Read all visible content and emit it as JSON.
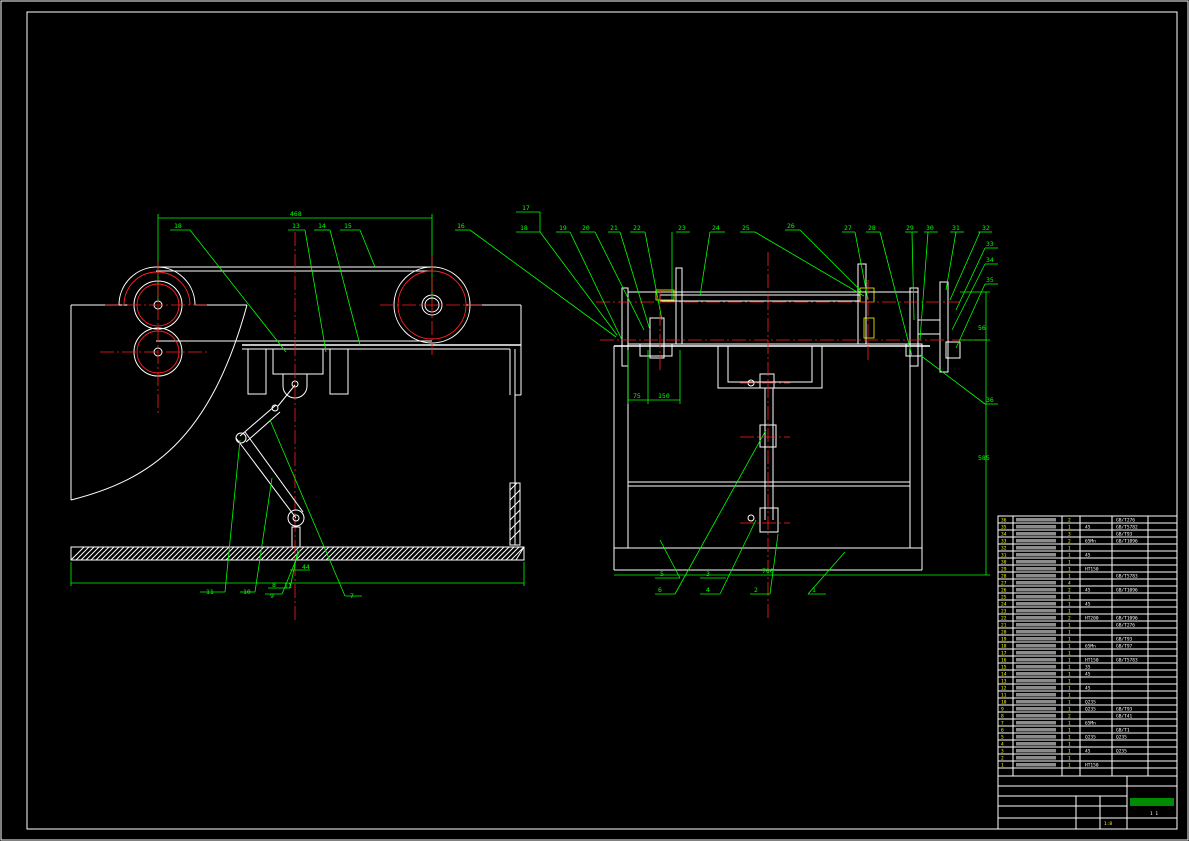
{
  "colors": {
    "background": "#000000",
    "outline": "#ffffff",
    "leader": "#00ff00",
    "centerline": "#ff2020",
    "hidden": "#ffff00"
  },
  "front_view": {
    "labels": [
      "18",
      "13",
      "14",
      "15",
      "11",
      "10",
      "9",
      "8",
      "7"
    ],
    "dims": {
      "top": "468",
      "bottom1": "44",
      "bottom2": "11"
    }
  },
  "side_view": {
    "labels": [
      "16",
      "17",
      "18",
      "19",
      "20",
      "21",
      "22",
      "23",
      "24",
      "25",
      "26",
      "27",
      "28",
      "29",
      "30",
      "31",
      "32",
      "33",
      "34",
      "35",
      "36",
      "5",
      "3",
      "6",
      "4",
      "2",
      "1"
    ],
    "dims": {
      "d1": "75",
      "d2": "150",
      "d3": "56",
      "d4": "585",
      "d5": "700"
    }
  },
  "bom": {
    "rows": [
      {
        "no": "36",
        "qty": "2",
        "std": "GB/T276",
        "note": ""
      },
      {
        "no": "35",
        "qty": "1",
        "std": "GB/T5782",
        "note": ""
      },
      {
        "no": "34",
        "qty": "3",
        "std": "GB/T93",
        "note": ""
      },
      {
        "no": "33",
        "qty": "2",
        "std": "GB/T1096",
        "note": ""
      },
      {
        "no": "32",
        "qty": "1",
        "std": "",
        "note": ""
      },
      {
        "no": "31",
        "qty": "1",
        "std": "",
        "note": ""
      },
      {
        "no": "30",
        "qty": "1",
        "std": "",
        "note": ""
      },
      {
        "no": "29",
        "qty": "1",
        "std": "",
        "note": ""
      },
      {
        "no": "28",
        "qty": "1",
        "std": "GB/T5783",
        "note": ""
      },
      {
        "no": "27",
        "qty": "4",
        "std": "",
        "note": ""
      },
      {
        "no": "26",
        "qty": "2",
        "std": "GB/T1096",
        "note": ""
      },
      {
        "no": "25",
        "qty": "1",
        "std": "",
        "note": ""
      },
      {
        "no": "24",
        "qty": "1",
        "std": "",
        "note": ""
      },
      {
        "no": "23",
        "qty": "1",
        "std": "",
        "note": ""
      },
      {
        "no": "22",
        "qty": "2",
        "std": "GB/T1096",
        "note": ""
      },
      {
        "no": "21",
        "qty": "1",
        "std": "GB/T276",
        "note": ""
      },
      {
        "no": "20",
        "qty": "1",
        "std": "",
        "note": ""
      },
      {
        "no": "19",
        "qty": "1",
        "std": "GB/T93",
        "note": ""
      },
      {
        "no": "18",
        "qty": "1",
        "std": "GB/T97",
        "note": ""
      },
      {
        "no": "17",
        "qty": "1",
        "std": "",
        "note": ""
      },
      {
        "no": "16",
        "qty": "1",
        "std": "GB/T5783",
        "note": ""
      },
      {
        "no": "15",
        "qty": "1",
        "std": "",
        "note": ""
      },
      {
        "no": "14",
        "qty": "1",
        "std": "",
        "note": ""
      },
      {
        "no": "13",
        "qty": "1",
        "std": "",
        "note": ""
      },
      {
        "no": "12",
        "qty": "1",
        "std": "",
        "note": ""
      },
      {
        "no": "11",
        "qty": "1",
        "std": "",
        "note": ""
      },
      {
        "no": "10",
        "qty": "1",
        "std": "",
        "note": ""
      },
      {
        "no": "9",
        "qty": "1",
        "std": "GB/T93",
        "note": ""
      },
      {
        "no": "8",
        "qty": "2",
        "std": "GB/T41",
        "note": ""
      },
      {
        "no": "7",
        "qty": "1",
        "std": "",
        "note": ""
      },
      {
        "no": "6",
        "qty": "1",
        "std": "GB/T1",
        "note": ""
      },
      {
        "no": "5",
        "qty": "1",
        "std": "Q235",
        "note": ""
      },
      {
        "no": "4",
        "qty": "1",
        "std": "",
        "note": ""
      },
      {
        "no": "3",
        "qty": "1",
        "std": "Q235",
        "note": ""
      },
      {
        "no": "2",
        "qty": "1",
        "std": "",
        "note": ""
      },
      {
        "no": "1",
        "qty": "1",
        "std": "",
        "note": ""
      }
    ],
    "material": [
      "",
      "45",
      "",
      "65Mn",
      "",
      "45",
      "",
      "HT150",
      "",
      "",
      "45",
      "",
      "45",
      "",
      "HT200",
      "",
      "",
      "",
      "65Mn",
      "",
      "HT150",
      "35",
      "45",
      "",
      "45",
      "",
      "Q235",
      "Q235",
      "",
      "65Mn",
      "",
      "Q235",
      "",
      "45",
      "",
      "HT150"
    ],
    "scale": "1:8",
    "sheet": "1 1"
  }
}
